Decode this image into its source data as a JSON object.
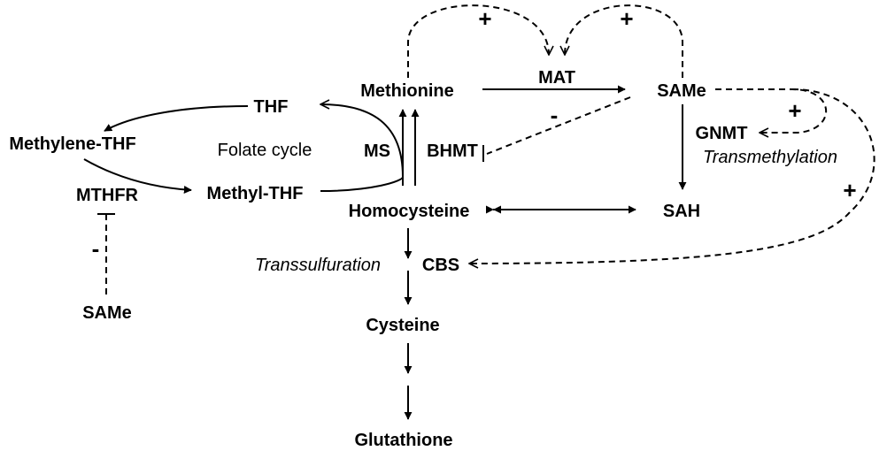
{
  "nodes": {
    "thf": "THF",
    "methylene_thf": "Methylene-THF",
    "mthfr": "MTHFR",
    "methyl_thf": "Methyl-THF",
    "folate_cycle": "Folate cycle",
    "same_bottom": "SAMe",
    "methionine": "Methionine",
    "ms": "MS",
    "bhmt": "BHMT",
    "homocysteine": "Homocysteine",
    "mat": "MAT",
    "same_top": "SAMe",
    "gnmt": "GNMT",
    "transmethylation": "Transmethylation",
    "sah": "SAH",
    "transsulfuration": "Transsulfuration",
    "cbs": "CBS",
    "cysteine": "Cysteine",
    "glutathione": "Glutathione"
  },
  "signs": {
    "plus_mat_left": "+",
    "plus_mat_right": "+",
    "minus_bhmt": "-",
    "plus_gnmt": "+",
    "plus_cbs": "+",
    "minus_mthfr": "-"
  }
}
